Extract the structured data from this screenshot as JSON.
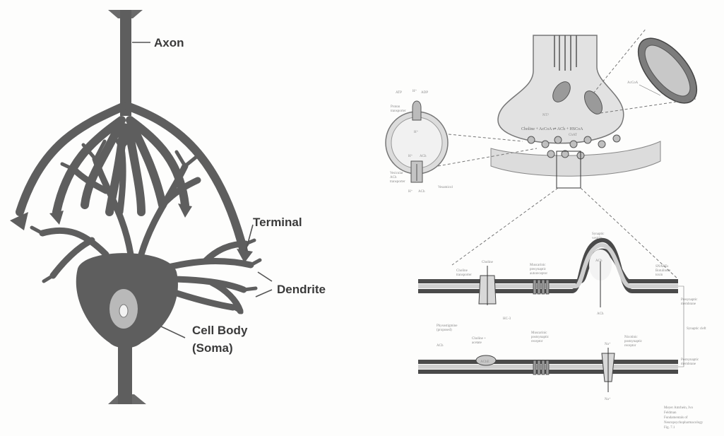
{
  "neuron": {
    "labels": {
      "axon": "Axon",
      "terminal": "Terminal",
      "dendrite": "Dendrite",
      "cell_body": "Cell Body",
      "soma": "(Soma)"
    }
  },
  "synapse": {
    "terminal": {
      "atp": "ATP",
      "adp": "ADP",
      "h_top": "H⁺",
      "proton_pump": "Proton",
      "proton_pump_2": "transporter",
      "h_mid": "H⁺",
      "h_low": "H⁺",
      "ach": "ACh",
      "vesicular": "Vesicular",
      "vesicular_2": "ACh",
      "vesicular_3": "transporter",
      "h_out": "H⁺",
      "ach_out": "ACh",
      "vesamicol": "Vesamicol",
      "acetyl_coa": "AcCoA",
      "nt_label": "NT?",
      "reaction": "Choline + AcCoA ⇌ ACh + HSCoA",
      "chat": "ChAT"
    },
    "membrane": {
      "synaptic_vesicle": "Synaptic",
      "synaptic_vesicle_2": "vesicle",
      "choline": "Choline",
      "choline_transporter": "Choline",
      "choline_transporter_2": "transporter",
      "muscarinic_top": "Muscarinic",
      "muscarinic_top_2": "presynaptic",
      "muscarinic_top_3": "autoreceptor",
      "ach_vesicle": "ACh",
      "ach_release": "ACh",
      "snare": "SNAREs",
      "snare_2": "Botulinum",
      "snare_3": "toxin",
      "presynaptic": "Presynaptic",
      "presynaptic_2": "membrane",
      "hc3": "HC-3",
      "synaptic_cleft": "Synaptic cleft",
      "physostigmine": "Physostigmine",
      "physostigmine_2": "(proposed)",
      "ach_left": "ACh",
      "ache": "AChE",
      "choline_acetate": "Choline +",
      "choline_acetate_2": "acetate",
      "muscarinic_bot": "Muscarinic",
      "muscarinic_bot_2": "postsynaptic",
      "muscarinic_bot_3": "receptor",
      "na_top": "Na⁺",
      "nicotinic": "Nicotinic",
      "nicotinic_2": "postsynaptic",
      "nicotinic_3": "receptor",
      "postsynaptic": "Postsynaptic",
      "postsynaptic_2": "membrane",
      "na_bot": "Na⁺"
    },
    "citation": {
      "line1": "Meyer Amrhein, Ivo",
      "line2": "Feldman",
      "line3": "Fundamentals of",
      "line4": "Neuropsychopharmacology",
      "line5": "Fig. 7.1"
    }
  }
}
